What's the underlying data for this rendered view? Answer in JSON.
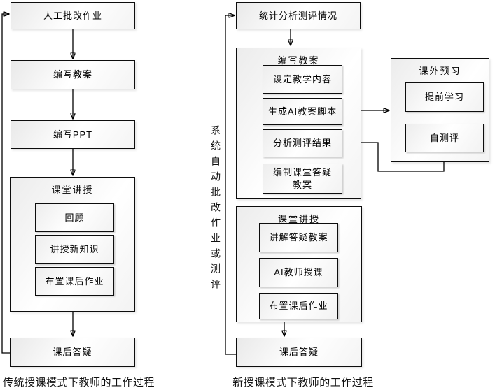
{
  "left_flow": {
    "manual_grading": "人工批改作业",
    "write_plan": "编写教案",
    "write_ppt": "编写PPT",
    "lecture": {
      "title": "课堂讲授",
      "items": [
        "回顾",
        "讲授新知识",
        "布置课后作业"
      ]
    },
    "after_qa": "课后答疑",
    "caption": "传统授课模式下教师的工作过程"
  },
  "right_flow": {
    "stat_analysis": "统计分析测评情况",
    "plan": {
      "title": "编写教案",
      "items": [
        "设定教学内容",
        "生成AI教案脚本",
        "分析测评结果",
        "编制课堂答疑\n教案"
      ]
    },
    "lecture": {
      "title": "课堂讲授",
      "items": [
        "讲解答疑教案",
        "AI教师授课",
        "布置课后作业"
      ]
    },
    "after_qa": "课后答疑",
    "auto_grading_label": "系统自动批改作业或测评",
    "caption": "新授课模式下教师的工作过程"
  },
  "preview_flow": {
    "title": "课外预习",
    "items": [
      "提前学习",
      "自测评"
    ]
  },
  "colors": {
    "line": "#000000",
    "box_fill_light": "#ffffff",
    "box_fill_shade": "#ececec"
  }
}
